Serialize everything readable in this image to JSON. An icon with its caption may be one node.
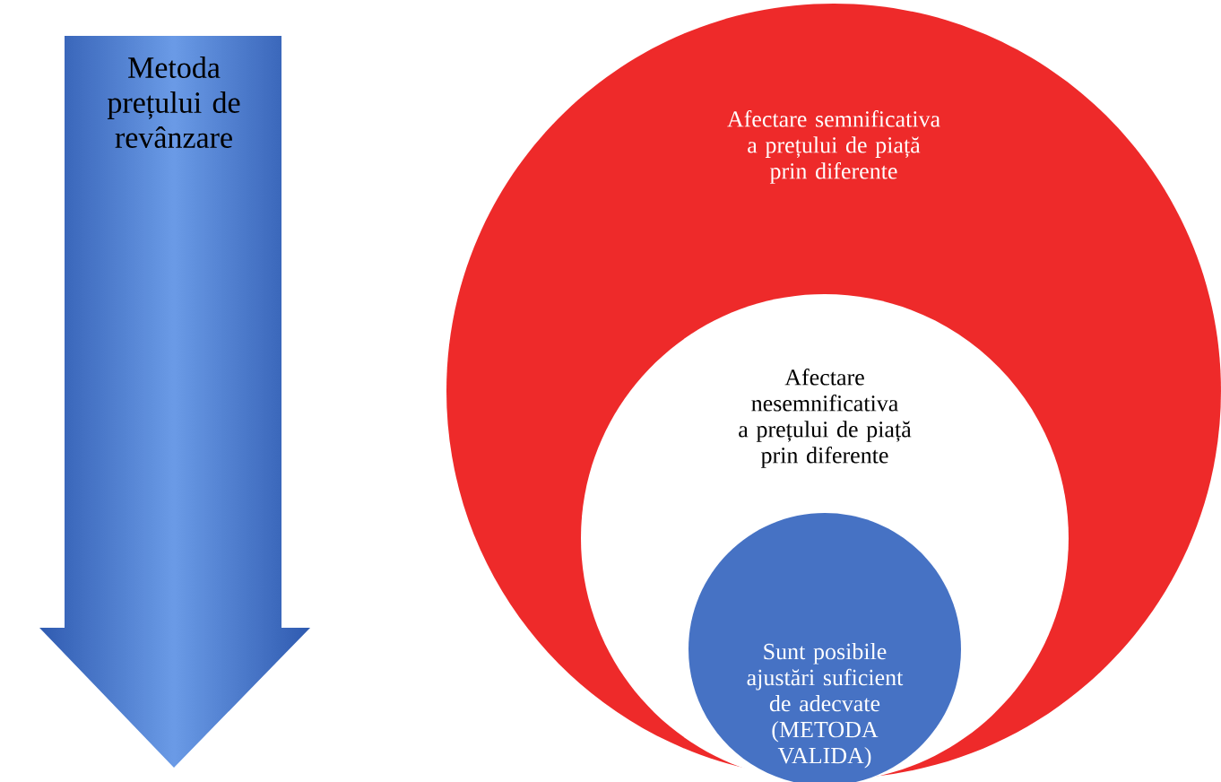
{
  "diagram": {
    "nodes": [
      {
        "text": [
          "Metoda prețului de revânzare"
        ]
      },
      {
        "text": [
          "Afectare semnificativa a prețului de piață prin diferente"
        ]
      },
      {
        "text": [
          "Afectare nesemnificativa a prețului de piață prin diferente"
        ],
        "in": 1
      },
      {
        "text": [
          "Sunt posibile ajustări suficient de adecvate (METODA VALIDA)"
        ],
        "in": 2
      }
    ]
  }
}
